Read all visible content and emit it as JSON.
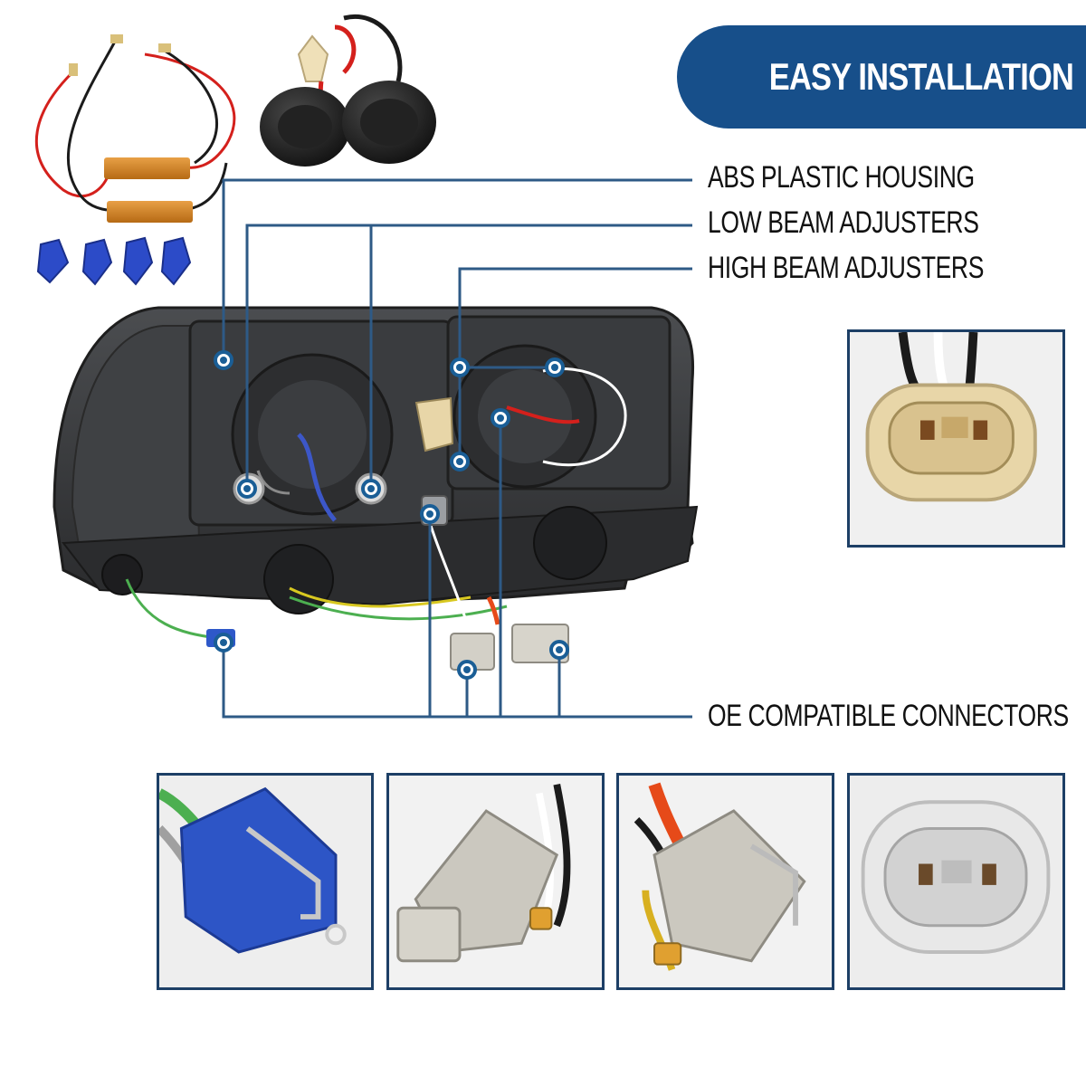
{
  "banner": {
    "title": "EASY INSTALLATION"
  },
  "callouts": {
    "housing": "ABS PLASTIC HOUSING",
    "low_beam": "LOW BEAM ADJUSTERS",
    "high_beam": "HIGH BEAM ADJUSTERS",
    "connectors": "OE COMPATIBLE CONNECTORS"
  },
  "colors": {
    "banner": "#174f8a",
    "leader_line": "#2e5a86",
    "marker": "#1a5e96",
    "inset_border": "#1d3f66"
  }
}
